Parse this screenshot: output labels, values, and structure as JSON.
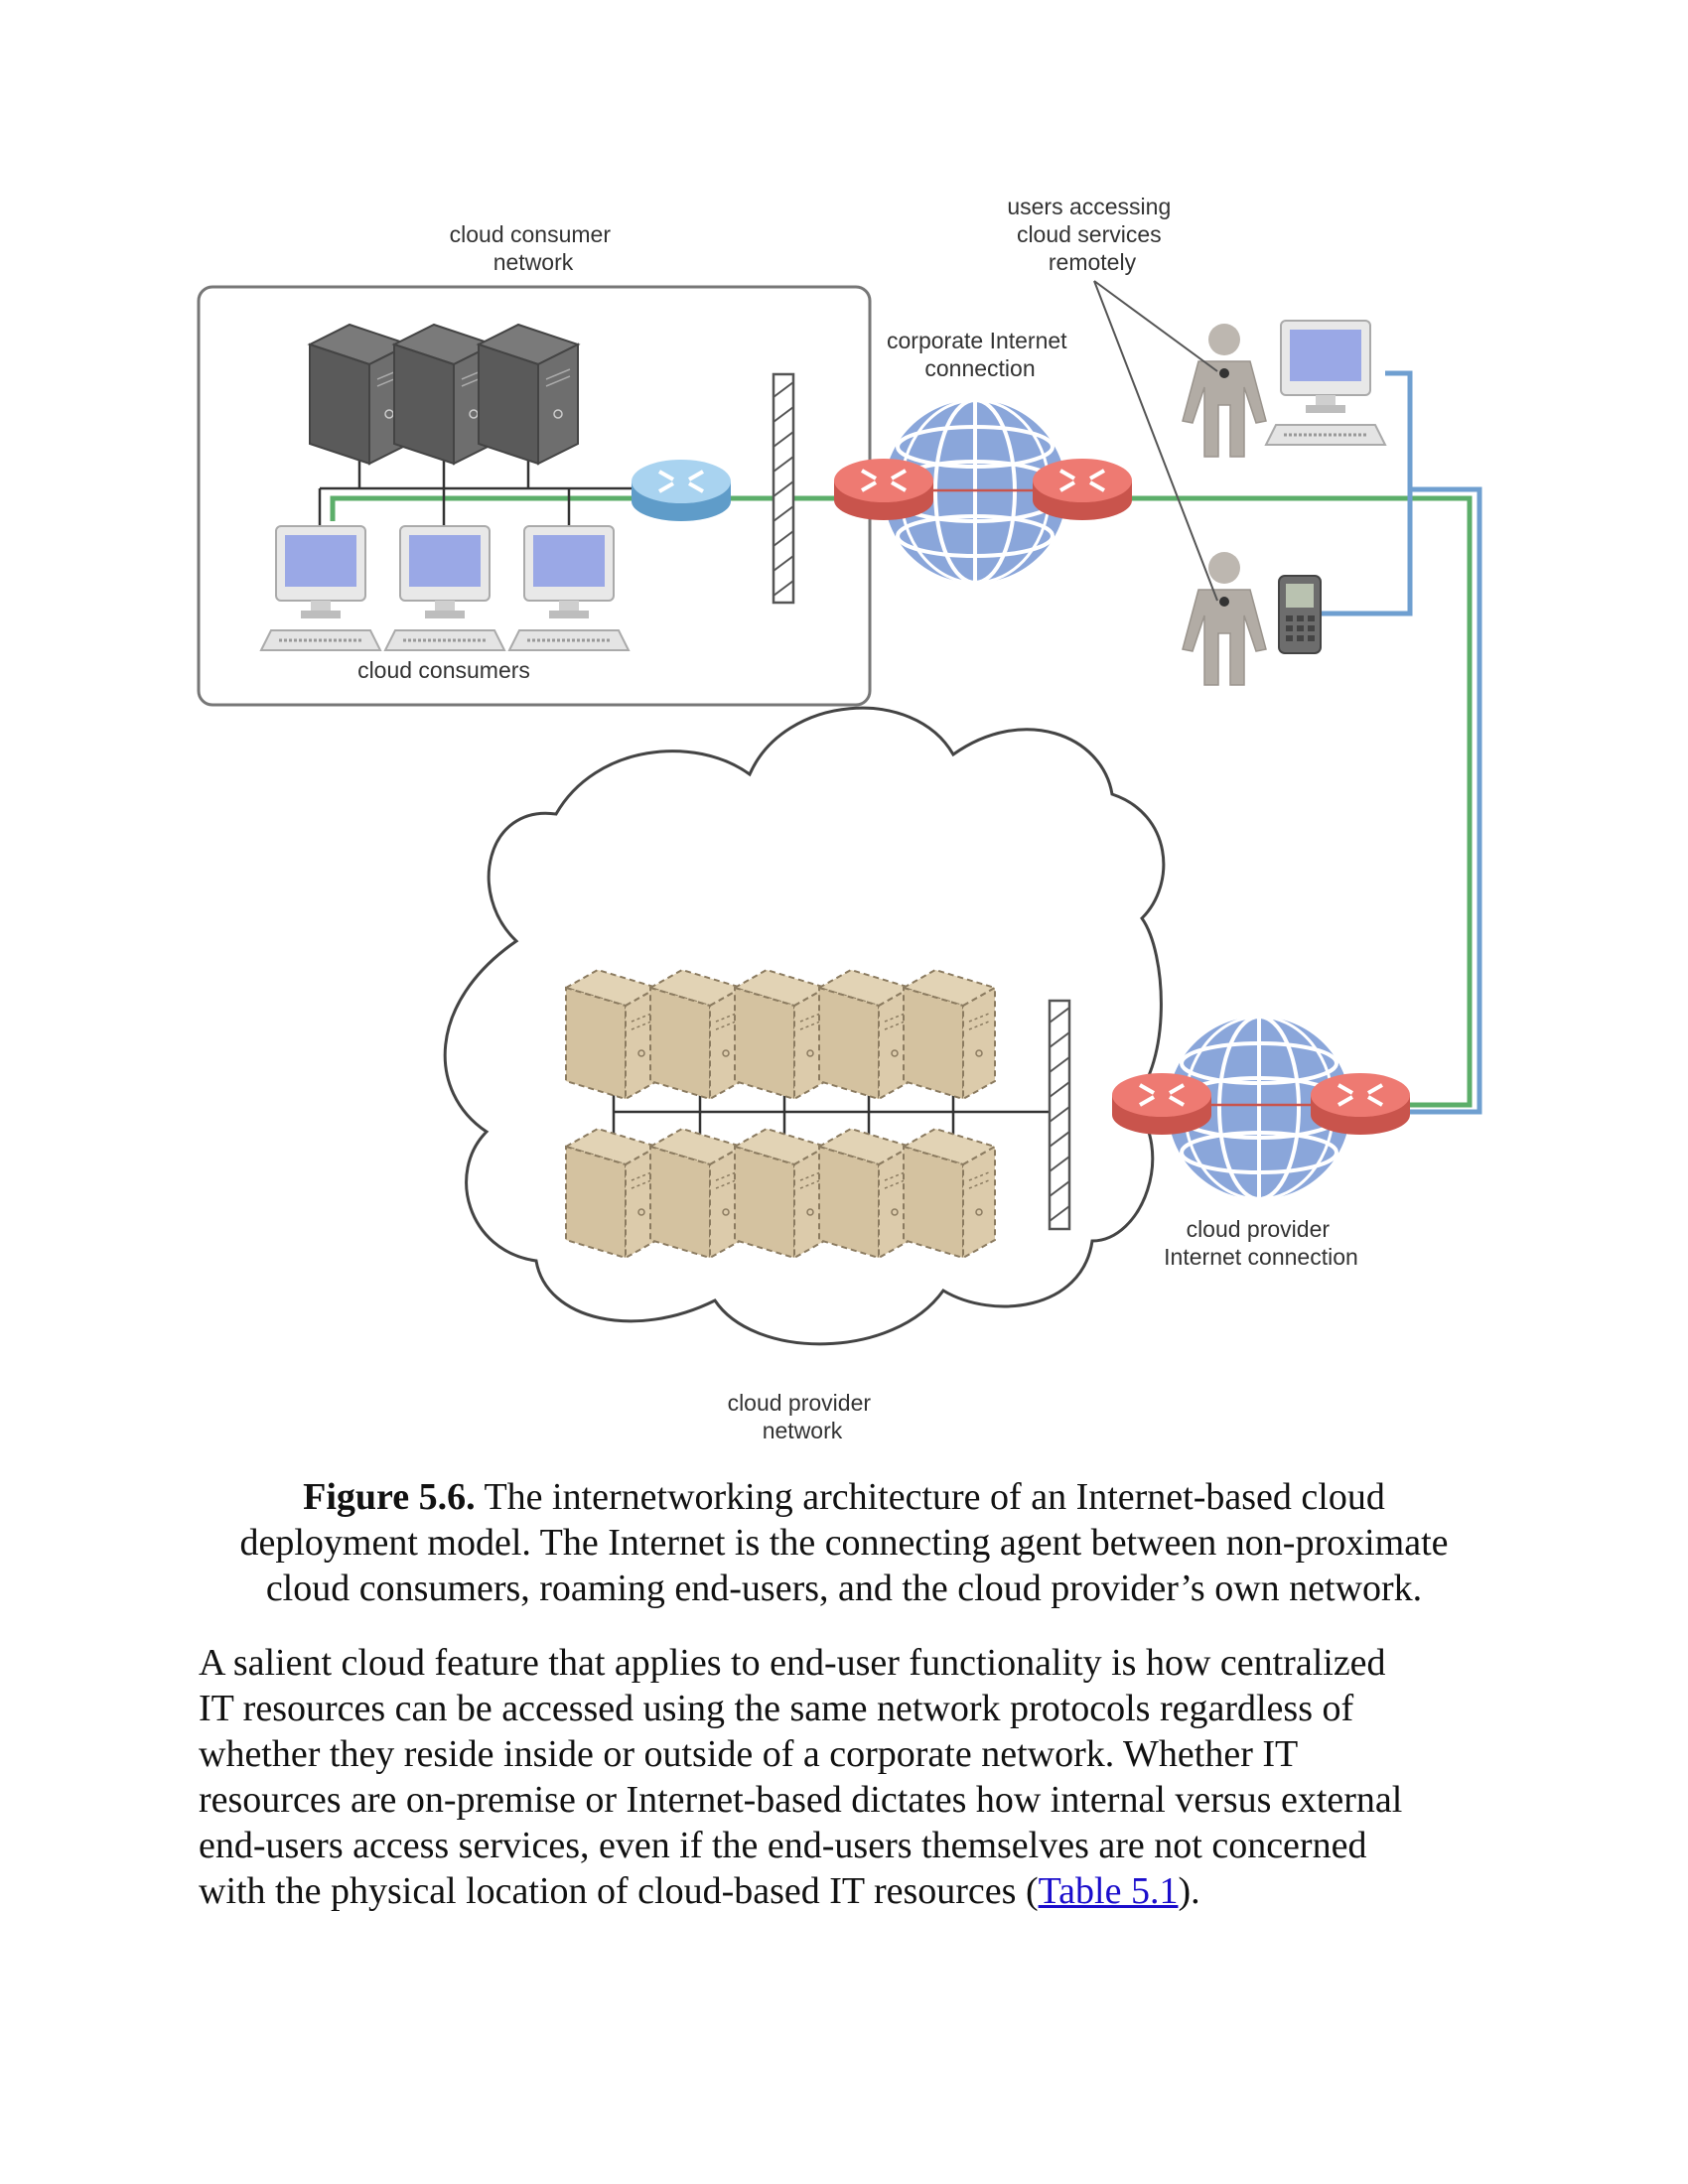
{
  "diagram": {
    "labels": {
      "consumer_network": [
        "cloud consumer",
        "network"
      ],
      "remote_users": [
        "users accessing",
        "cloud services",
        "remotely"
      ],
      "corporate_internet": [
        "corporate Internet",
        "connection"
      ],
      "cloud_consumers": "cloud consumers",
      "provider_internet": [
        "cloud provider",
        "Internet connection"
      ],
      "provider_network": [
        "cloud provider",
        "network"
      ]
    },
    "colors": {
      "green_link": "#5cae6a",
      "blue_link": "#6f9fd0",
      "router_red": "#ee7a72",
      "router_blue": "#8ec3e8",
      "server_dark": "#5a5a5a",
      "server_virtual": "#d8c7a8",
      "globe": "#7f9fd6"
    }
  },
  "caption": {
    "label": "Figure 5.6.",
    "lines": [
      "The internetworking architecture of an Internet-based cloud",
      "deployment model. The Internet is the connecting agent between non-proximate",
      "cloud consumers, roaming end-users, and the cloud provider’s own network."
    ]
  },
  "body": {
    "lines": [
      "A salient cloud feature that applies to end-user functionality is how centralized",
      "IT resources can be accessed using the same network protocols regardless of",
      "whether they reside inside or outside of a corporate network. Whether IT",
      "resources are on-premise or Internet-based dictates how internal versus external",
      "end-users access services, even if the end-users themselves are not concerned"
    ],
    "last_line_prefix": "with the physical location of cloud-based IT resources (",
    "link_text": "Table 5.1",
    "last_line_suffix": ")."
  }
}
